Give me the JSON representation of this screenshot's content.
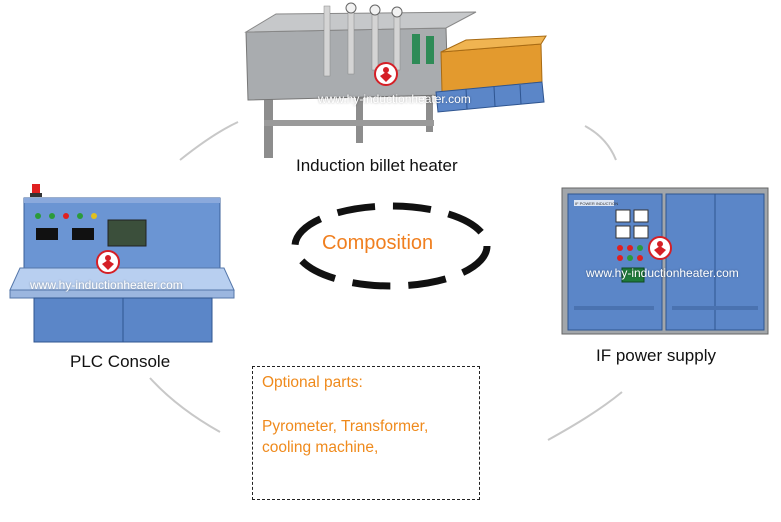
{
  "watermark": "www.hy-inductionheater.com",
  "center": {
    "label": "Composition"
  },
  "components": {
    "billet_heater": {
      "label": "Induction billet heater"
    },
    "plc_console": {
      "label": "PLC Console"
    },
    "power_supply": {
      "label": "IF power supply",
      "panel_text": "IF POWER INDUCTION"
    }
  },
  "optional": {
    "title": "Optional parts:",
    "items": "Pyrometer, Transformer, cooling machine,"
  },
  "colors": {
    "accent_orange": "#f07f1f",
    "panel_blue": "#5b86c8",
    "ring_gray": "#c8c8c8",
    "logo_red": "#d51f26"
  }
}
